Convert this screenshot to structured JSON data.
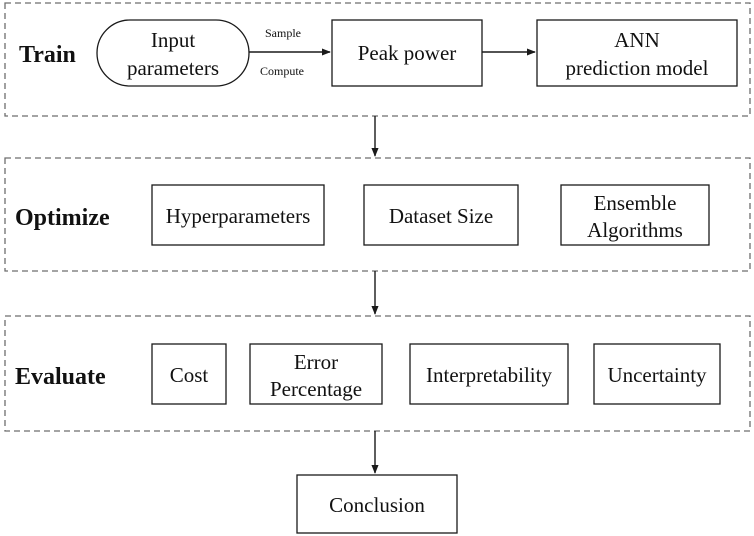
{
  "stages": {
    "train": "Train",
    "optimize": "Optimize",
    "evaluate": "Evaluate"
  },
  "nodes": {
    "input_parameters": [
      "Input",
      "parameters"
    ],
    "peak_power": "Peak power",
    "ann_model": [
      "ANN",
      "prediction model"
    ],
    "hyperparameters": "Hyperparameters",
    "dataset_size": "Dataset Size",
    "ensemble_algorithms": [
      "Ensemble",
      "Algorithms"
    ],
    "cost": "Cost",
    "error_percentage": [
      "Error",
      "Percentage"
    ],
    "interpretability": "Interpretability",
    "uncertainty": "Uncertainty",
    "conclusion": "Conclusion"
  },
  "edge_labels": {
    "sample": "Sample",
    "compute": "Compute"
  }
}
